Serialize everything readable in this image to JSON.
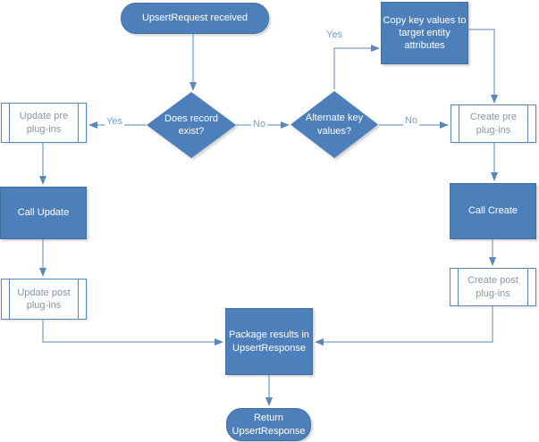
{
  "diagram": {
    "type": "flowchart",
    "colors": {
      "shape_fill": "#4d80bb",
      "shape_border": "#41719c",
      "shape_text": "#ffffff",
      "light_fill": "#fdfeff",
      "light_border": "#5b87b6",
      "light_text": "#8a96a8",
      "connector": "#5c87b6",
      "edge_label_text": "#74a0cc",
      "background": "#ffffff"
    },
    "nodes": {
      "start": {
        "type": "terminator",
        "label": "UpsertRequest received"
      },
      "copy_key_values": {
        "type": "process",
        "label": "Copy key values to target entity attributes"
      },
      "does_record_exist": {
        "type": "decision",
        "label": "Does record exist?"
      },
      "alternate_key_values": {
        "type": "decision",
        "label": "Alternate key values?"
      },
      "update_pre_plugins": {
        "type": "predefined-process",
        "label": "Update pre plug-ins"
      },
      "create_pre_plugins": {
        "type": "predefined-process",
        "label": "Create pre plug-ins"
      },
      "call_update": {
        "type": "process",
        "label": "Call Update"
      },
      "call_create": {
        "type": "process",
        "label": "Call Create"
      },
      "update_post_plugins": {
        "type": "predefined-process",
        "label": "Update post plug-ins"
      },
      "create_post_plugins": {
        "type": "predefined-process",
        "label": "Create post plug-ins"
      },
      "package_results": {
        "type": "process",
        "label": "Package results in UpsertResponse"
      },
      "return_response": {
        "type": "terminator",
        "label": "Return UpsertResponse"
      }
    },
    "edge_labels": {
      "yes_update": "Yes",
      "no_alternate": "No",
      "yes_copy": "Yes",
      "no_create": "No"
    },
    "edges": [
      {
        "from": "start",
        "to": "does_record_exist",
        "label": ""
      },
      {
        "from": "does_record_exist",
        "to": "update_pre_plugins",
        "label": "Yes"
      },
      {
        "from": "does_record_exist",
        "to": "alternate_key_values",
        "label": "No"
      },
      {
        "from": "alternate_key_values",
        "to": "copy_key_values",
        "label": "Yes"
      },
      {
        "from": "copy_key_values",
        "to": "create_pre_plugins",
        "label": ""
      },
      {
        "from": "alternate_key_values",
        "to": "create_pre_plugins",
        "label": "No"
      },
      {
        "from": "update_pre_plugins",
        "to": "call_update",
        "label": ""
      },
      {
        "from": "call_update",
        "to": "update_post_plugins",
        "label": ""
      },
      {
        "from": "update_post_plugins",
        "to": "package_results",
        "label": ""
      },
      {
        "from": "create_pre_plugins",
        "to": "call_create",
        "label": ""
      },
      {
        "from": "call_create",
        "to": "create_post_plugins",
        "label": ""
      },
      {
        "from": "create_post_plugins",
        "to": "package_results",
        "label": ""
      },
      {
        "from": "package_results",
        "to": "return_response",
        "label": ""
      }
    ]
  }
}
